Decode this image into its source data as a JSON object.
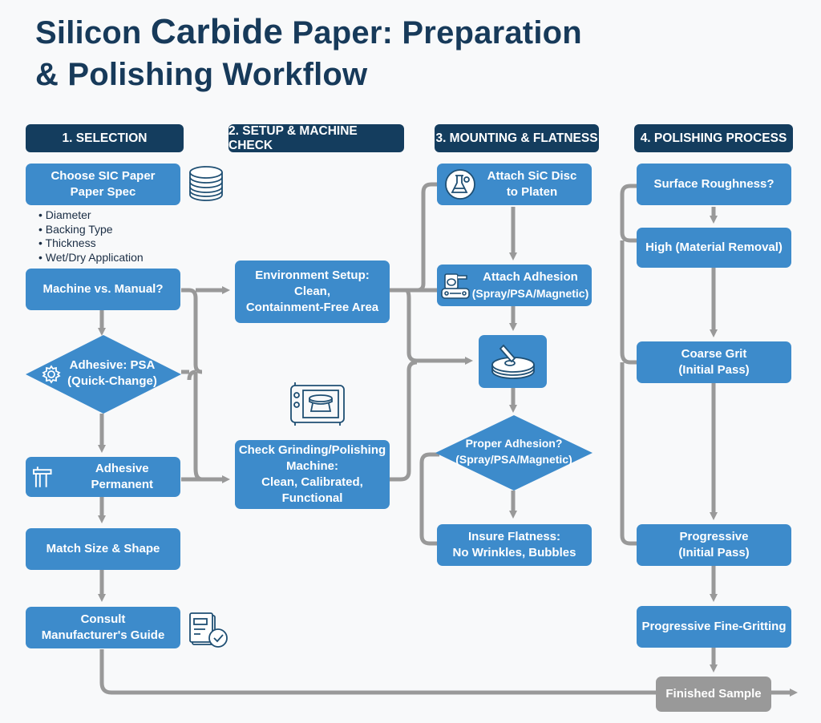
{
  "title": {
    "line1_a": "Silicon",
    "line1_b": "Carbide",
    "line1_c": "Paper: Preparation",
    "line2": "& Polishing Workflow"
  },
  "columns": [
    {
      "label": "1. SELECTION"
    },
    {
      "label": "2. SETUP & MACHINE CHECK"
    },
    {
      "label": "3. MOUNTING & FLATNESS"
    },
    {
      "label": "4. POLISHING PROCESS"
    }
  ],
  "selection": {
    "choose_line1": "Choose SIC Paper",
    "choose_line2": "Paper Spec",
    "specs": [
      "Diameter",
      "Backing Type",
      "Thickness",
      "Wet/Dry Application"
    ],
    "machine_vs_manual": "Machine vs. Manual?",
    "adhesive_psa_line1": "Adhesive: PSA",
    "adhesive_psa_line2": "(Quick-Change)",
    "adhesive_permanent": "Adhesive Permanent",
    "match_size": "Match Size & Shape",
    "consult_line1": "Consult",
    "consult_line2": "Manufacturer's Guide"
  },
  "setup": {
    "env_line1": "Environment Setup:",
    "env_line2": "Clean,",
    "env_line3": "Containment-Free Area",
    "check_line1": "Check Grinding/Polishing",
    "check_line2": "Machine:",
    "check_line3": "Clean, Calibrated,",
    "check_line4": "Functional"
  },
  "mounting": {
    "attach_disc_line1": "Attach SiC Disc",
    "attach_disc_line2": "to Platen",
    "attach_adhesion_line1": "Attach Adhesion",
    "attach_adhesion_line2": "(Spray/PSA/Magnetic)",
    "proper_line1": "Proper Adhesion?",
    "proper_line2": "(Spray/PSA/Magnetic)",
    "flatness_line1": "Insure Flatness:",
    "flatness_line2": "No Wrinkles, Bubbles"
  },
  "polishing": {
    "roughness": "Surface Roughness?",
    "high": "High (Material Removal)",
    "coarse_line1": "Coarse Grit",
    "coarse_line2": "(Initial Pass)",
    "progressive_line1": "Progressive",
    "progressive_line2": "(Initial Pass)",
    "fine": "Progressive Fine-Gritting",
    "finished": "Finished Sample"
  },
  "colors": {
    "header": "#143d5e",
    "box": "#3d8bcb",
    "connector": "#999999",
    "title": "#173a5a"
  }
}
